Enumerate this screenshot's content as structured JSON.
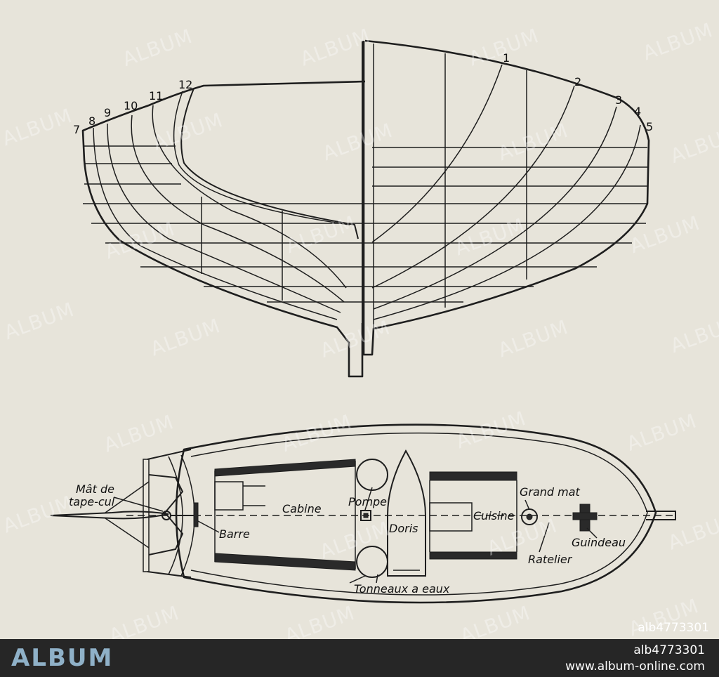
{
  "body_plan": {
    "station_numbers": [
      "1",
      "2",
      "3",
      "4",
      "5",
      "7",
      "8",
      "9",
      "10",
      "11",
      "12"
    ]
  },
  "deck_plan": {
    "labels": {
      "mat_de": "Mât de",
      "tape_cul": "tape-cul",
      "cabine": "Cabine",
      "barre": "Barre",
      "pompe": "Pompe",
      "doris": "Doris",
      "tonneaux": "Tonneaux a eaux",
      "cuisine": "Cuisine",
      "grand_mat": "Grand mat",
      "guindeau": "Guindeau",
      "ratelier": "Ratelier"
    }
  },
  "watermark": {
    "text": "ALBUM"
  },
  "image_code": "alb4773301",
  "footer": {
    "brand": "ALBUM",
    "code": "alb4773301",
    "url": "www.album-online.com"
  }
}
